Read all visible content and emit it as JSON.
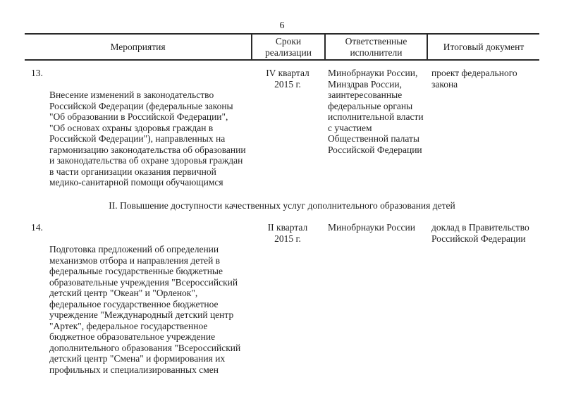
{
  "page": {
    "number": "6"
  },
  "table": {
    "headers": {
      "activities": "Мероприятия",
      "terms": "Сроки\nреализации",
      "responsible": "Ответственные\nисполнители",
      "document": "Итоговый документ"
    },
    "rows": [
      {
        "num": "13.",
        "activity": "Внесение изменений в законодательство\nРоссийской Федерации (федеральные законы\n\"Об образовании в Российской Федерации\",\n\"Об основах охраны здоровья граждан в\nРоссийской Федерации\"), направленных на\nгармонизацию законодательства об образовании\nи законодательства об охране здоровья граждан\nв части организации оказания первичной\nмедико-санитарной помощи обучающимся",
        "term": "IV квартал\n2015 г.",
        "responsible": "Минобрнауки России,\nМинздрав России,\nзаинтересованные\nфедеральные органы\nисполнительной власти\nс участием\nОбщественной палаты\nРоссийской Федерации",
        "document": "проект федерального\nзакона"
      },
      {
        "num": "14.",
        "activity": "Подготовка предложений об определении\nмеханизмов отбора и направления детей в\nфедеральные государственные бюджетные\nобразовательные учреждения \"Всероссийский\nдетский центр \"Океан\" и \"Орленок\",\nфедеральное государственное бюджетное\nучреждение \"Международный детский центр\n\"Артек\", федеральное государственное\nбюджетное образовательное учреждение\nдополнительного образования \"Всероссийский\nдетский центр \"Смена\" и формирования их\nпрофильных и специализированных смен",
        "term": "II квартал\n2015 г.",
        "responsible": "Минобрнауки России",
        "document": "доклад в Правительство\nРоссийской Федерации"
      }
    ],
    "section_heading": "II. Повышение доступности качественных услуг дополнительного образования детей"
  }
}
